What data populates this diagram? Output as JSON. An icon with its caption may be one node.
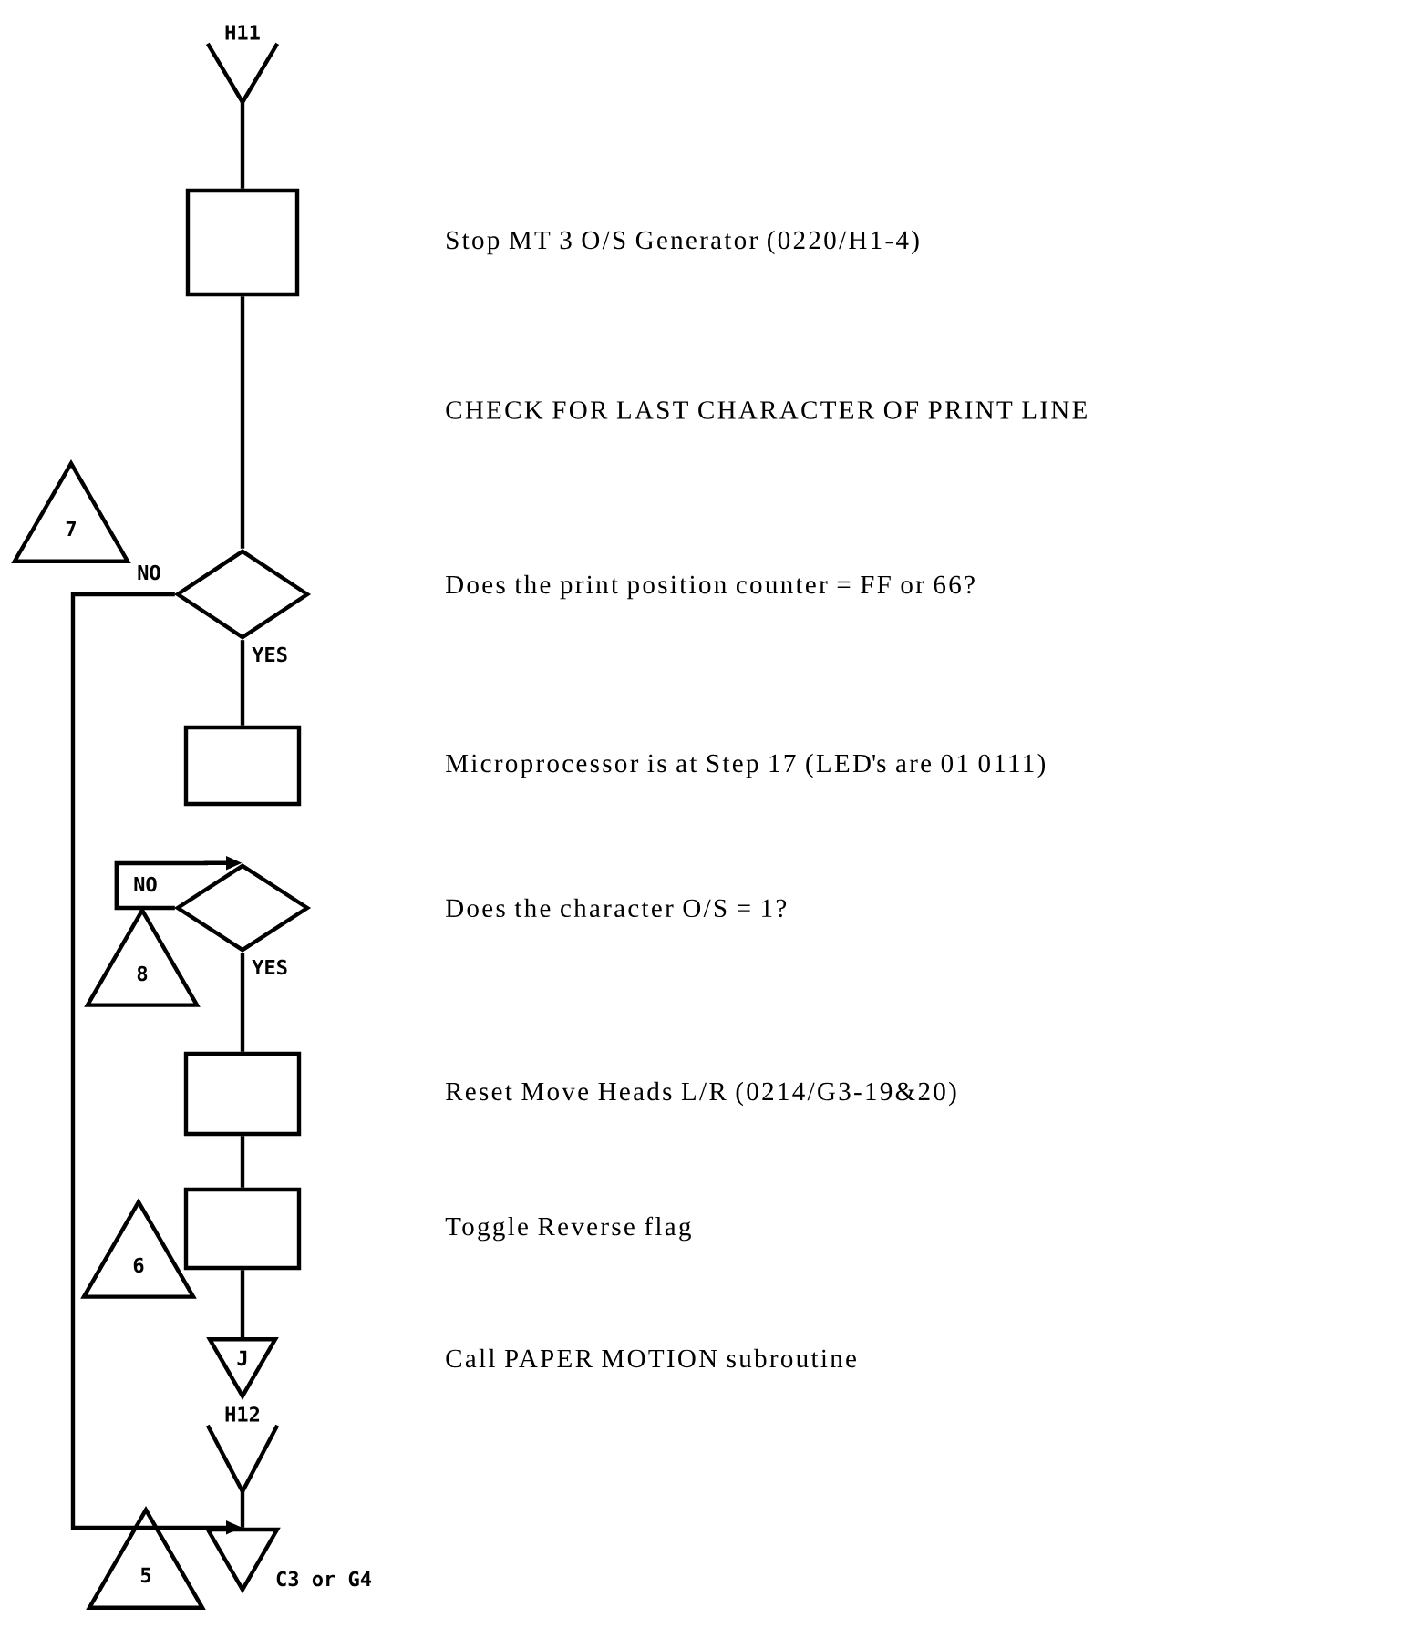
{
  "diagram": {
    "nodes": [
      {
        "text": [
          "H11"
        ]
      },
      {
        "text": [],
        "shape": "box"
      },
      {
        "text": [
          "7"
        ]
      },
      {
        "text": [],
        "shape": "diamond"
      },
      {
        "text": [],
        "shape": "box"
      },
      {
        "text": [],
        "shape": "diamond"
      },
      {
        "text": [
          "8"
        ]
      },
      {
        "text": [],
        "shape": "box"
      },
      {
        "text": [],
        "shape": "box"
      },
      {
        "text": [
          "6"
        ]
      },
      {
        "text": [
          "J"
        ]
      },
      {
        "text": [
          "H12"
        ]
      },
      {
        "text": [
          "5"
        ]
      },
      {
        "text": [
          "C3 or G4"
        ]
      }
    ],
    "edges": [
      {
        "from": 0,
        "to": 1,
        "arrow": "none"
      },
      {
        "from": 1,
        "to": 3,
        "arrow": "none"
      },
      {
        "from": 3,
        "to": 4,
        "arrow": "none",
        "label": "YES"
      },
      {
        "from": 3,
        "to": 13,
        "arrow": "to",
        "label": "NO"
      },
      {
        "from": 5,
        "to": 5,
        "arrow": "to",
        "label": "NO"
      },
      {
        "from": 5,
        "to": 7,
        "arrow": "none",
        "label": "YES"
      },
      {
        "from": 7,
        "to": 8,
        "arrow": "none"
      },
      {
        "from": 8,
        "to": 10,
        "arrow": "none"
      },
      {
        "from": 11,
        "to": 13,
        "arrow": "none"
      }
    ],
    "labels": [
      "Stop MT 3 O/S Generator (0220/H1-4)",
      "CHECK FOR LAST CHARACTER OF PRINT LINE",
      "Does the print position counter = FF or 66?",
      "Microprocessor is at Step 17 (LED's are 01 0111)",
      "Does the character O/S = 1?",
      "Reset Move Heads L/R (0214/G3-19&20)",
      "Toggle Reverse flag",
      "Call PAPER MOTION subroutine"
    ]
  }
}
